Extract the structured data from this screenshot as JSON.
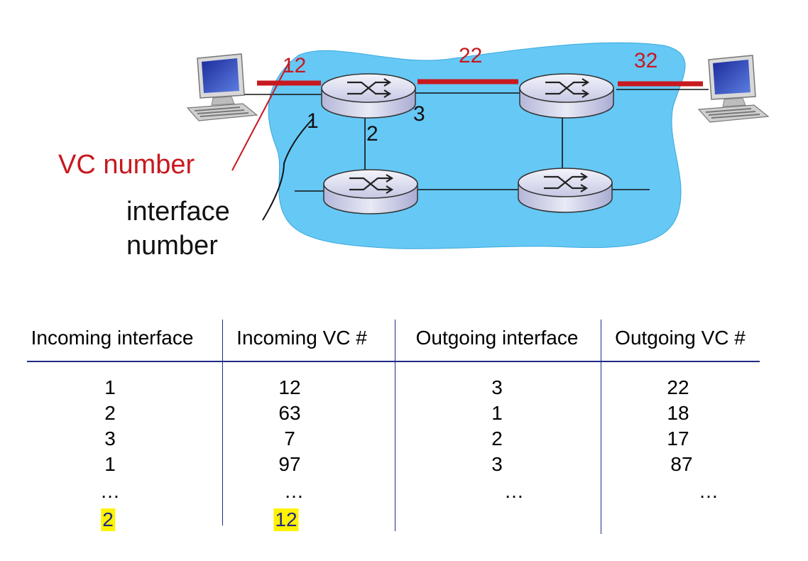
{
  "diagram": {
    "vc_labels": [
      "12",
      "22",
      "32"
    ],
    "interface_labels": [
      "1",
      "2",
      "3"
    ],
    "legend": {
      "vc_number": "VC number",
      "interface_number_line1": "interface",
      "interface_number_line2": "number"
    },
    "colors": {
      "vc_red": "#c8191f",
      "cloud_blue": "#66c8f5",
      "router_body": "#c9cbe6",
      "highlight_yellow": "#fff200",
      "rule_navy": "#1f2a85"
    }
  },
  "table": {
    "headers": [
      "Incoming interface",
      "Incoming VC #",
      "Outgoing interface",
      "Outgoing VC #"
    ],
    "rows": [
      [
        "1",
        "12",
        "3",
        "22"
      ],
      [
        "2",
        "63",
        "1",
        "18"
      ],
      [
        "3",
        "7",
        "2",
        "17"
      ],
      [
        "1",
        "97",
        "3",
        "87"
      ],
      [
        "…",
        "…",
        "…",
        "…"
      ],
      [
        "2",
        "12",
        "",
        ""
      ]
    ],
    "highlighted_row": 5
  }
}
